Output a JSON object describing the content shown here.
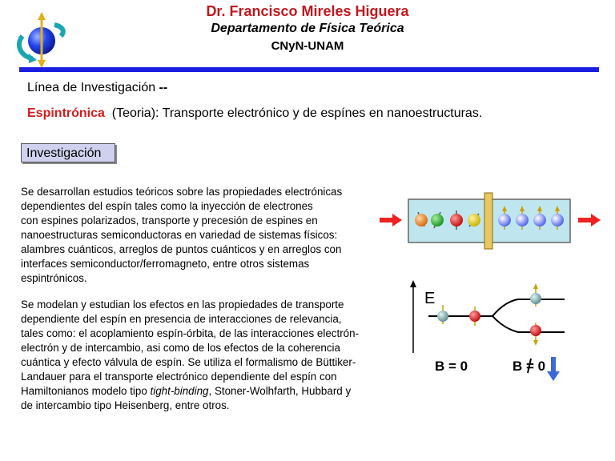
{
  "header": {
    "name": "Dr. Francisco Mireles Higuera",
    "department": "Departamento de Física Teórica",
    "institution": "CNyN-UNAM"
  },
  "research_line": {
    "label": "Línea de Investigación",
    "dashes": "--"
  },
  "topic": {
    "keyword": "Espintrónica",
    "description": "(Teoria): Transporte electrónico y de espínes  en nanoestructuras."
  },
  "section_box": {
    "label": "Investigación"
  },
  "paragraph1": {
    "lines": [
      "Se desarrollan estudios teóricos sobre las propiedades electrónicas",
      "dependientes del espín tales como la  inyección de electrones",
      "con espines polarizados, transporte y precesión de espines en",
      "nanoestructuras semiconductoras en variedad de sistemas físicos:",
      "alambres cuánticos,  arreglos de puntos cuánticos y en arreglos con",
      "interfaces semiconductor/ferromagneto, entre otros sistemas",
      "espintrónicos."
    ]
  },
  "paragraph2": {
    "lines": [
      "Se modelan y estudian los efectos en las propiedades de transporte",
      "dependiente del espín en presencia de interacciones de relevancia,",
      "tales como: el acoplamiento espín-órbita,  de las interacciones  electrón-",
      "electrón y de intercambio, asi como de los efectos de la coherencia",
      "cuántica y efecto válvula de espín. Se utiliza el formalismo de Büttiker-",
      "Landauer para el transporte electrónico dependiente del espín con"
    ],
    "line7_before": "Hamiltonianos modelo tipo ",
    "line7_italic": "tight-binding",
    "line7_after": ", Stoner-Wolhfarth, Hubbard y",
    "line8": "de intercambio tipo Heisenberg, entre otros."
  },
  "diagram": {
    "energy_label": "E",
    "b_zero": "B = 0",
    "b_nonzero": "B = 0"
  },
  "colors": {
    "title_red": "#c0181e",
    "keyword_red": "#d21e1e",
    "bar_blue": "#1a1ee0",
    "box_fill": "#cfd1ee",
    "wire_fill": "#bfe6ef"
  },
  "icons": {
    "logo": "spin-sphere-icon",
    "arrows": "red-arrow-icon",
    "field": "down-arrow-icon"
  }
}
